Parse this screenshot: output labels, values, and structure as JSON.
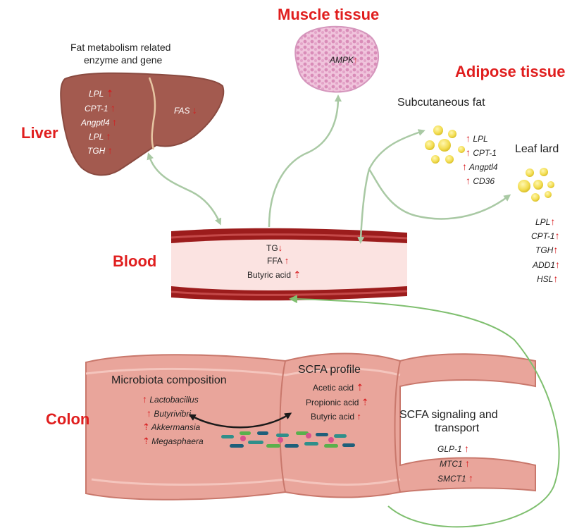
{
  "organs": {
    "liver": "Liver",
    "muscle": "Muscle tissue",
    "adipose": "Adipose tissue",
    "blood": "Blood",
    "colon": "Colon"
  },
  "liver_section": {
    "header_line1": "Fat metabolism related",
    "header_line2": "enzyme and gene",
    "genes_left": [
      "LPL",
      "CPT-1",
      "Angptl4",
      "LPL",
      "TGH"
    ],
    "gene_right": "FAS"
  },
  "muscle_section": {
    "gene": "AMPK"
  },
  "adipose_section": {
    "subcutaneous_label": "Subcutaneous fat",
    "subcutaneous_genes": [
      "LPL",
      "CPT-1",
      "Angptl4",
      "CD36"
    ],
    "leaf_lard_label": "Leaf lard",
    "leaf_lard_genes": [
      "LPL",
      "CPT-1",
      "TGH",
      "ADD1",
      "HSL"
    ]
  },
  "blood_section": {
    "items": [
      "TG",
      "FFA",
      "Butyric acid"
    ]
  },
  "colon_section": {
    "microbiota_title": "Microbiota composition",
    "microbiota": [
      "Lactobacillus",
      "Butyrivibri",
      "Akkermansia",
      "Megasphaera"
    ],
    "scfa_title": "SCFA profile",
    "scfa": [
      "Acetic acid",
      "Propionic acid",
      "Butyric acid"
    ],
    "signaling_title_line1": "SCFA signaling and",
    "signaling_title_line2": "transport",
    "signaling": [
      "GLP-1",
      "MTC1",
      "SMCT1"
    ]
  },
  "colors": {
    "title_red": "#e01e1e",
    "arrow_red": "#d7191c",
    "liver": "#a35a4f",
    "vessel_wall": "#9c1c1c",
    "vessel_lumen": "#fbe3e1",
    "colon": "#e9a59b",
    "connector_green": "#a9c9a4"
  }
}
